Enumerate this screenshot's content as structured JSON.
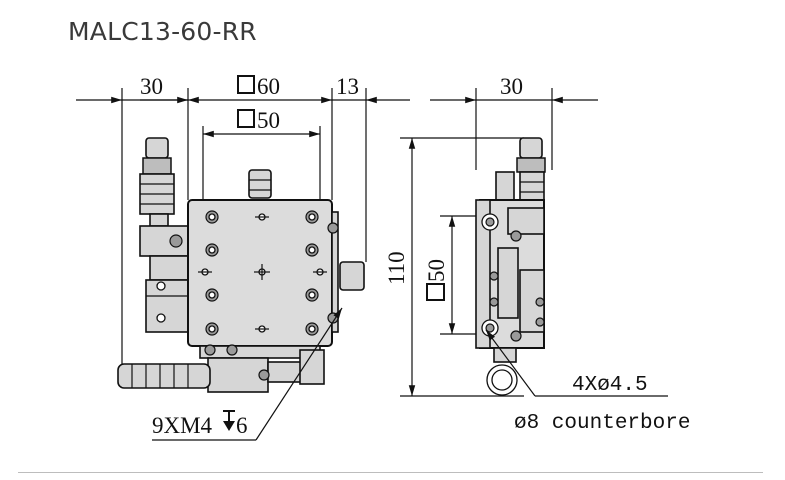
{
  "title": "MALC13-60-RR",
  "dimensions": {
    "front_left": "30",
    "front_square_outer": "60",
    "front_square_inner": "50",
    "front_right": "13",
    "side_width": "30",
    "side_height": "110",
    "side_square": "50"
  },
  "callouts": {
    "tapped_holes": "9XM4",
    "tapped_depth": "6",
    "thru_holes": "4Xø4.5",
    "counterbore": "ø8 counterbore"
  },
  "colors": {
    "line": "#111111",
    "body": "#d6d6d6",
    "footer_rule": "#bdbdbd"
  }
}
